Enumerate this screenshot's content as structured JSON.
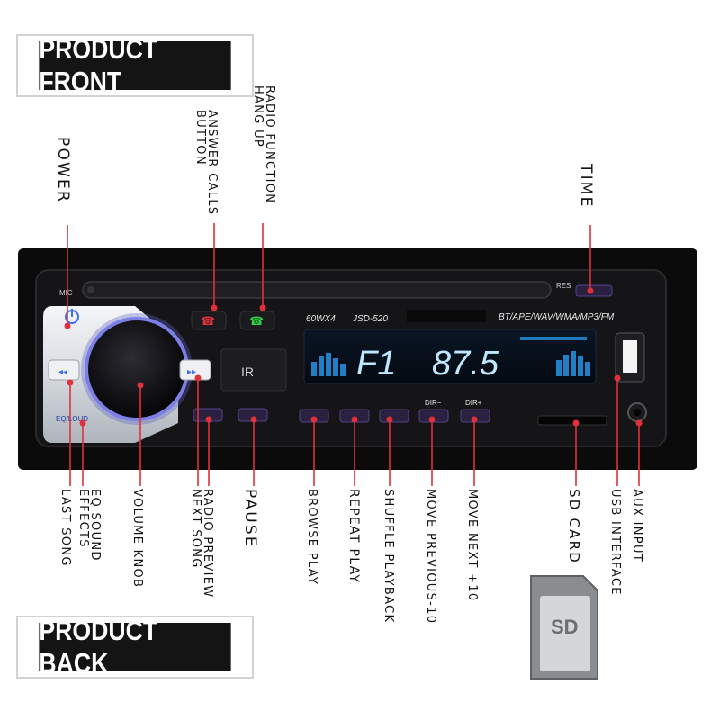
{
  "banners": {
    "front": "PRODUCT FRONT",
    "back": "PRODUCT BACK"
  },
  "device": {
    "mic_label": "MIC",
    "res_label": "RES",
    "model_power": "60WX4",
    "model_name": "JSD-520",
    "formats": "BT/APE/WAV/WMA/MP3/FM",
    "display_band": "F1",
    "display_freq": "87.5",
    "eq_label": "EQ/LOUD",
    "ir_label": "IR",
    "dir_minus": "DIR−",
    "dir_plus": "DIR+"
  },
  "callouts_top": {
    "power": "POWER",
    "answer_calls": "ANSWER CALLS\nBUTTON",
    "radio_function": "RADIO FUNCTION\nHANG UP",
    "time": "TIME"
  },
  "callouts_bottom": {
    "last_song": "LAST SONG",
    "eq_sound": "EQ SOUND\nEFFECTS",
    "volume_knob": "VOLUME KNOB",
    "radio_preview": "RADIO PREVIEW\nNEXT SONG",
    "pause": "PAUSE",
    "browse_play": "BROWSE PLAY",
    "repeat_play": "REPEAT PLAY",
    "shuffle_playback": "SHUFFLE PLAYBACK",
    "move_previous": "MOVE PREVIOUS-10",
    "move_next": "MOVE NEXT +10",
    "sd_card": "SD CARD",
    "usb_interface": "USB INTERFACE",
    "aux_input": "AUX INPUT"
  },
  "sd_card_label": "SD",
  "colors": {
    "callout_red": "#e0303a",
    "display_blue": "#2aa7ff",
    "panel_black": "#0d0d0e"
  }
}
